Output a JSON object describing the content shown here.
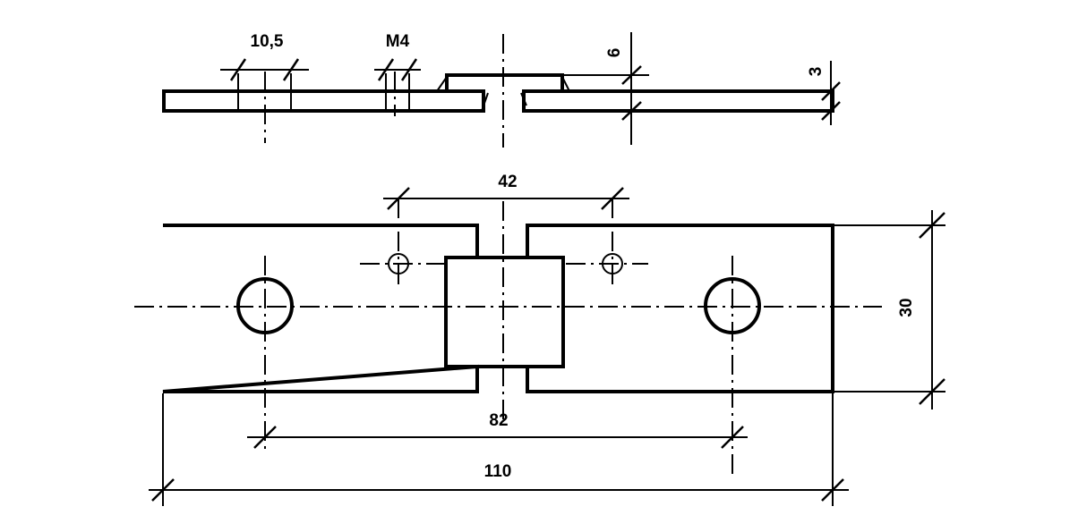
{
  "dimensions": {
    "hole_width": "10,5",
    "thread": "M4",
    "boss_height": "6",
    "plate_thickness": "3",
    "screw_hole_spacing": "42",
    "plate_width": "30",
    "main_hole_spacing": "82",
    "overall_length": "110"
  }
}
